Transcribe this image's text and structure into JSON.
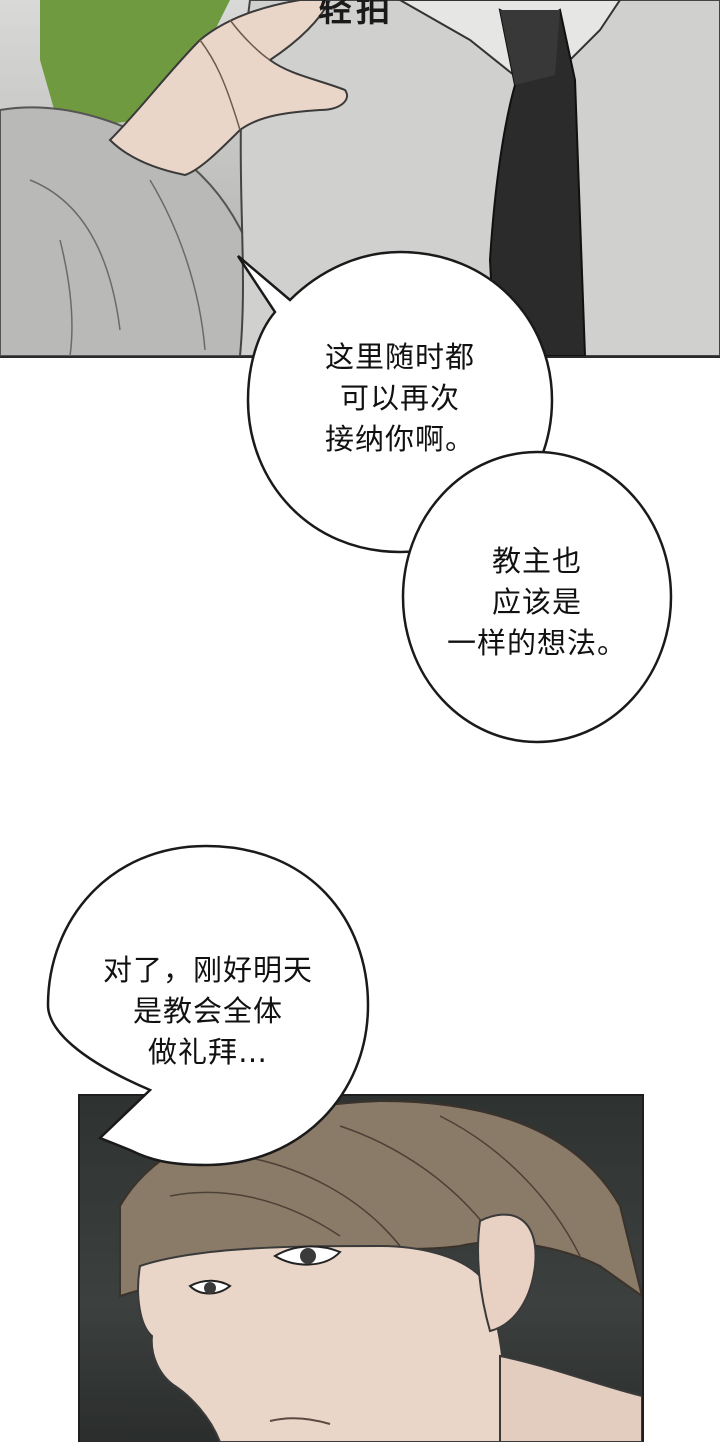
{
  "panels": {
    "top": {
      "sfx": "轻拍"
    },
    "bottom": {}
  },
  "bubbles": [
    {
      "lines": [
        "这里随时都",
        "可以再次",
        "接纳你啊。"
      ]
    },
    {
      "lines": [
        "教主也",
        "应该是",
        "一样的想法。"
      ]
    },
    {
      "lines": [
        "对了，刚好明天",
        "是教会全体",
        "做礼拜…"
      ]
    }
  ],
  "colors": {
    "shirt": "#c4c4c2",
    "tie": "#2b2b2b",
    "foliage": "#6f9a3f",
    "hair": "#8a7a68",
    "skin": "#ead6c8"
  }
}
